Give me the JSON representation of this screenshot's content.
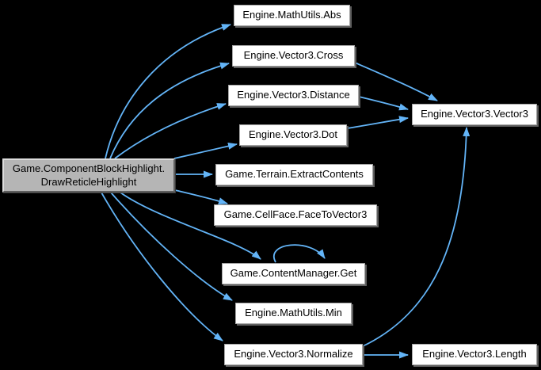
{
  "graph": {
    "type": "call-graph",
    "background_color": "#000000",
    "edge_color": "#63b4f7",
    "node_fill_color": "#ffffff",
    "main_node_fill_color": "#b5b5b5",
    "node_text_color": "#000000",
    "nodes": {
      "main": {
        "line1": "Game.ComponentBlockHighlight.",
        "line2": "DrawReticleHighlight"
      },
      "abs": {
        "label": "Engine.MathUtils.Abs"
      },
      "cross": {
        "label": "Engine.Vector3.Cross"
      },
      "distance": {
        "label": "Engine.Vector3.Distance"
      },
      "dot": {
        "label": "Engine.Vector3.Dot"
      },
      "extract_contents": {
        "label": "Game.Terrain.ExtractContents"
      },
      "face_to_vector3": {
        "label": "Game.CellFace.FaceToVector3"
      },
      "get": {
        "label": "Game.ContentManager.Get"
      },
      "min": {
        "label": "Engine.MathUtils.Min"
      },
      "normalize": {
        "label": "Engine.Vector3.Normalize"
      },
      "vector3": {
        "label": "Engine.Vector3.Vector3"
      },
      "length": {
        "label": "Engine.Vector3.Length"
      }
    },
    "edges": [
      {
        "from": "Game.ComponentBlockHighlight.DrawReticleHighlight",
        "to": "Engine.MathUtils.Abs"
      },
      {
        "from": "Game.ComponentBlockHighlight.DrawReticleHighlight",
        "to": "Engine.Vector3.Cross"
      },
      {
        "from": "Game.ComponentBlockHighlight.DrawReticleHighlight",
        "to": "Engine.Vector3.Distance"
      },
      {
        "from": "Game.ComponentBlockHighlight.DrawReticleHighlight",
        "to": "Engine.Vector3.Dot"
      },
      {
        "from": "Game.ComponentBlockHighlight.DrawReticleHighlight",
        "to": "Game.Terrain.ExtractContents"
      },
      {
        "from": "Game.ComponentBlockHighlight.DrawReticleHighlight",
        "to": "Game.CellFace.FaceToVector3"
      },
      {
        "from": "Game.ComponentBlockHighlight.DrawReticleHighlight",
        "to": "Game.ContentManager.Get"
      },
      {
        "from": "Game.ComponentBlockHighlight.DrawReticleHighlight",
        "to": "Engine.MathUtils.Min"
      },
      {
        "from": "Game.ComponentBlockHighlight.DrawReticleHighlight",
        "to": "Engine.Vector3.Normalize"
      },
      {
        "from": "Engine.Vector3.Cross",
        "to": "Engine.Vector3.Vector3"
      },
      {
        "from": "Engine.Vector3.Distance",
        "to": "Engine.Vector3.Vector3"
      },
      {
        "from": "Engine.Vector3.Dot",
        "to": "Engine.Vector3.Vector3"
      },
      {
        "from": "Engine.Vector3.Normalize",
        "to": "Engine.Vector3.Vector3"
      },
      {
        "from": "Engine.Vector3.Normalize",
        "to": "Engine.Vector3.Length"
      },
      {
        "from": "Game.ContentManager.Get",
        "to": "Game.ContentManager.Get"
      }
    ]
  }
}
